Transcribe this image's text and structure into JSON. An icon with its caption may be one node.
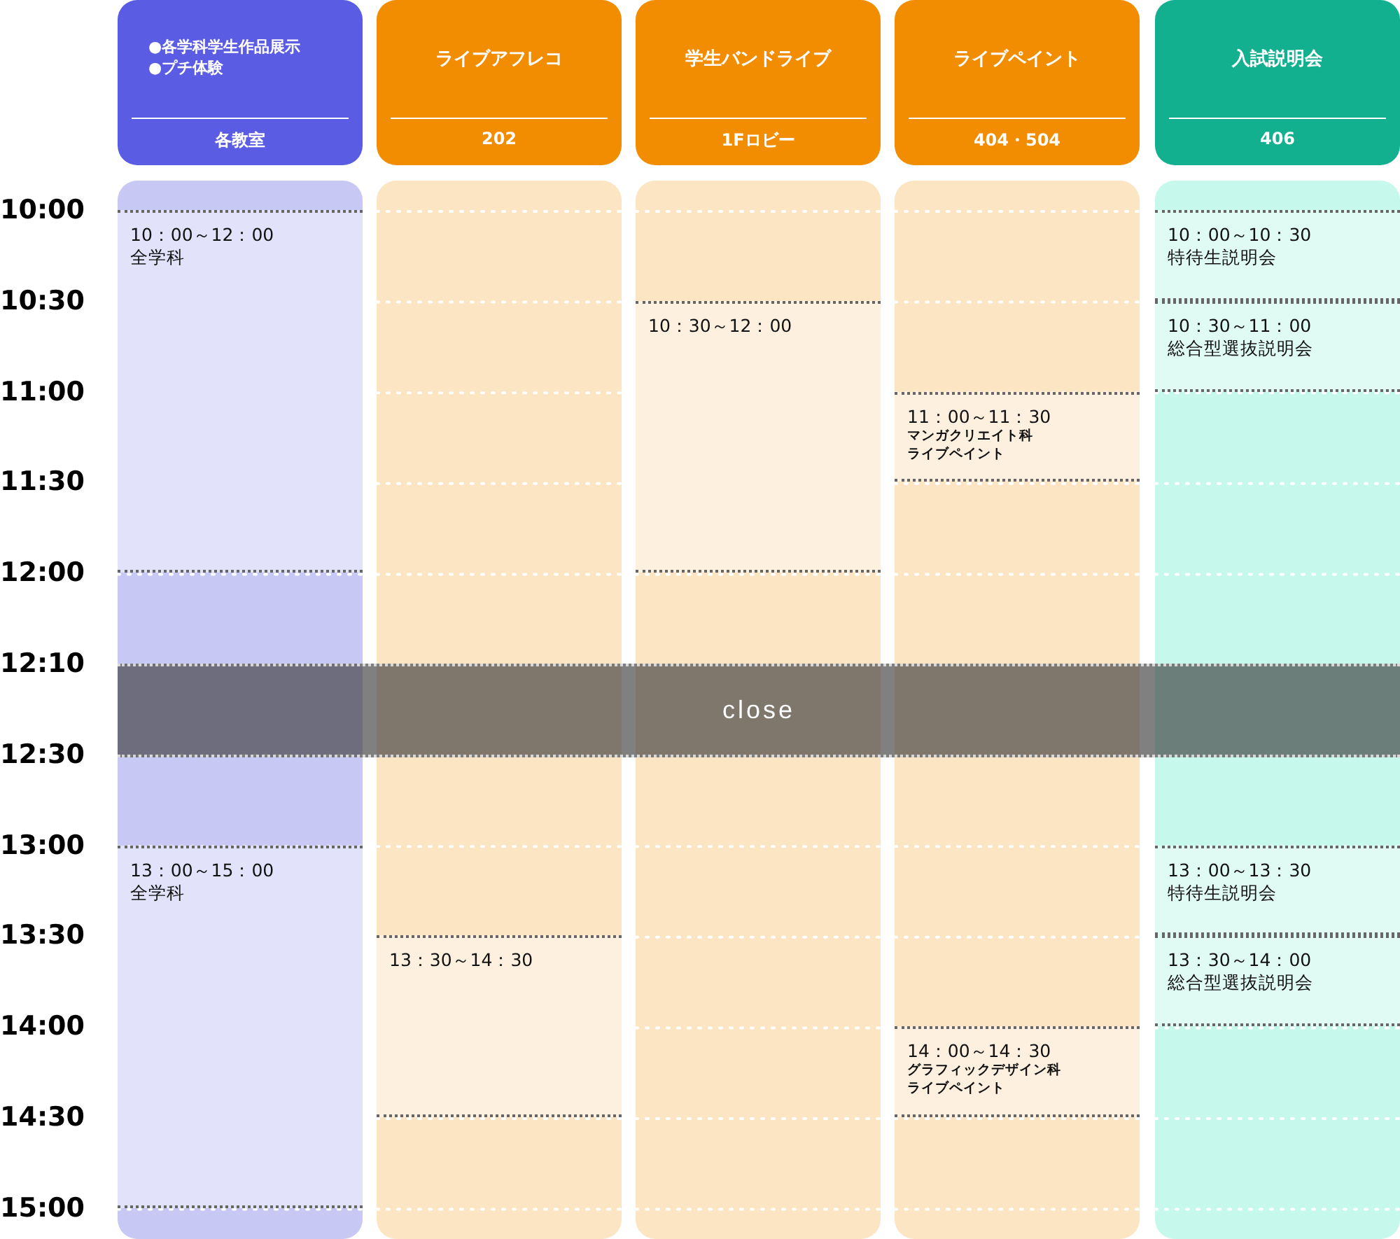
{
  "diagram": {
    "nodes": [
      {
        "text": [
          "●各学科学生作品展示",
          "●プチ体験",
          "各教室"
        ]
      },
      {
        "text": [
          "ライブアフレコ",
          "202"
        ]
      },
      {
        "text": [
          "学生バンドライブ",
          "1Fロビー"
        ]
      },
      {
        "text": [
          "ライブペイント",
          "404・504"
        ]
      },
      {
        "text": [
          "入試説明会",
          "406"
        ]
      },
      {
        "text": [],
        "shape": "bar"
      },
      {
        "text": [],
        "shape": "bar"
      },
      {
        "text": [],
        "shape": "bar"
      },
      {
        "text": [],
        "shape": "bar"
      },
      {
        "text": [],
        "shape": "bar"
      },
      {
        "text": [
          "10：00～12：00",
          "全学科"
        ],
        "in": 5
      },
      {
        "text": [
          "13：00～15：00",
          "全学科"
        ],
        "in": 5
      },
      {
        "text": [
          "13：30～14：30"
        ],
        "in": 6
      },
      {
        "text": [
          "10：30～12：00"
        ],
        "in": 7
      },
      {
        "text": [
          "11：00～11：30",
          "マンガクリエイト科",
          "ライブペイント"
        ],
        "in": 8
      },
      {
        "text": [
          "14：00～14：30",
          "グラフィックデザイン科",
          "ライブペイント"
        ],
        "in": 8
      },
      {
        "text": [
          "10：00～10：30",
          "特待生説明会"
        ],
        "in": 9
      },
      {
        "text": [
          "10：30～11：00",
          "総合型選抜説明会"
        ],
        "in": 9
      },
      {
        "text": [
          "13：00～13：30",
          "特待生説明会"
        ],
        "in": 9
      },
      {
        "text": [
          "13：30～14：00",
          "総合型選抜説明会"
        ],
        "in": 9
      },
      {
        "text": [
          "close"
        ]
      }
    ],
    "labels": [
      "10:00",
      "10:30",
      "11:00",
      "11:30",
      "12:00",
      "12:10",
      "12:30",
      "13:00",
      "13:30",
      "14:00",
      "14:30",
      "15:00"
    ]
  }
}
